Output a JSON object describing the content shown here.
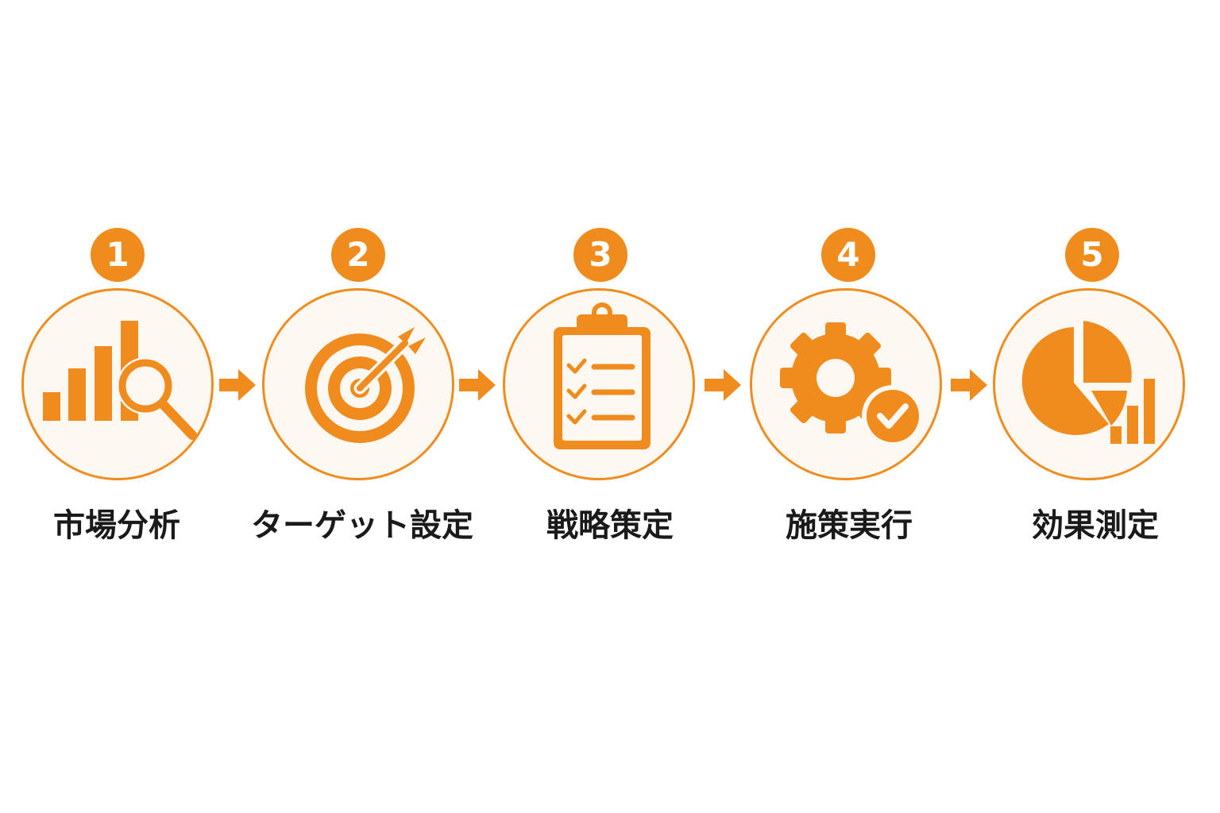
{
  "accent_color": "#f08c1e",
  "circle_fill": "#fdf9f2",
  "steps": [
    {
      "number": "1",
      "label": "市場分析",
      "icon": "bar-chart-magnifier-icon"
    },
    {
      "number": "2",
      "label": "ターゲット設定",
      "icon": "target-arrow-icon"
    },
    {
      "number": "3",
      "label": "戦略策定",
      "icon": "clipboard-checklist-icon"
    },
    {
      "number": "4",
      "label": "施策実行",
      "icon": "gear-check-icon"
    },
    {
      "number": "5",
      "label": "効果測定",
      "icon": "pie-chart-bars-icon"
    }
  ]
}
